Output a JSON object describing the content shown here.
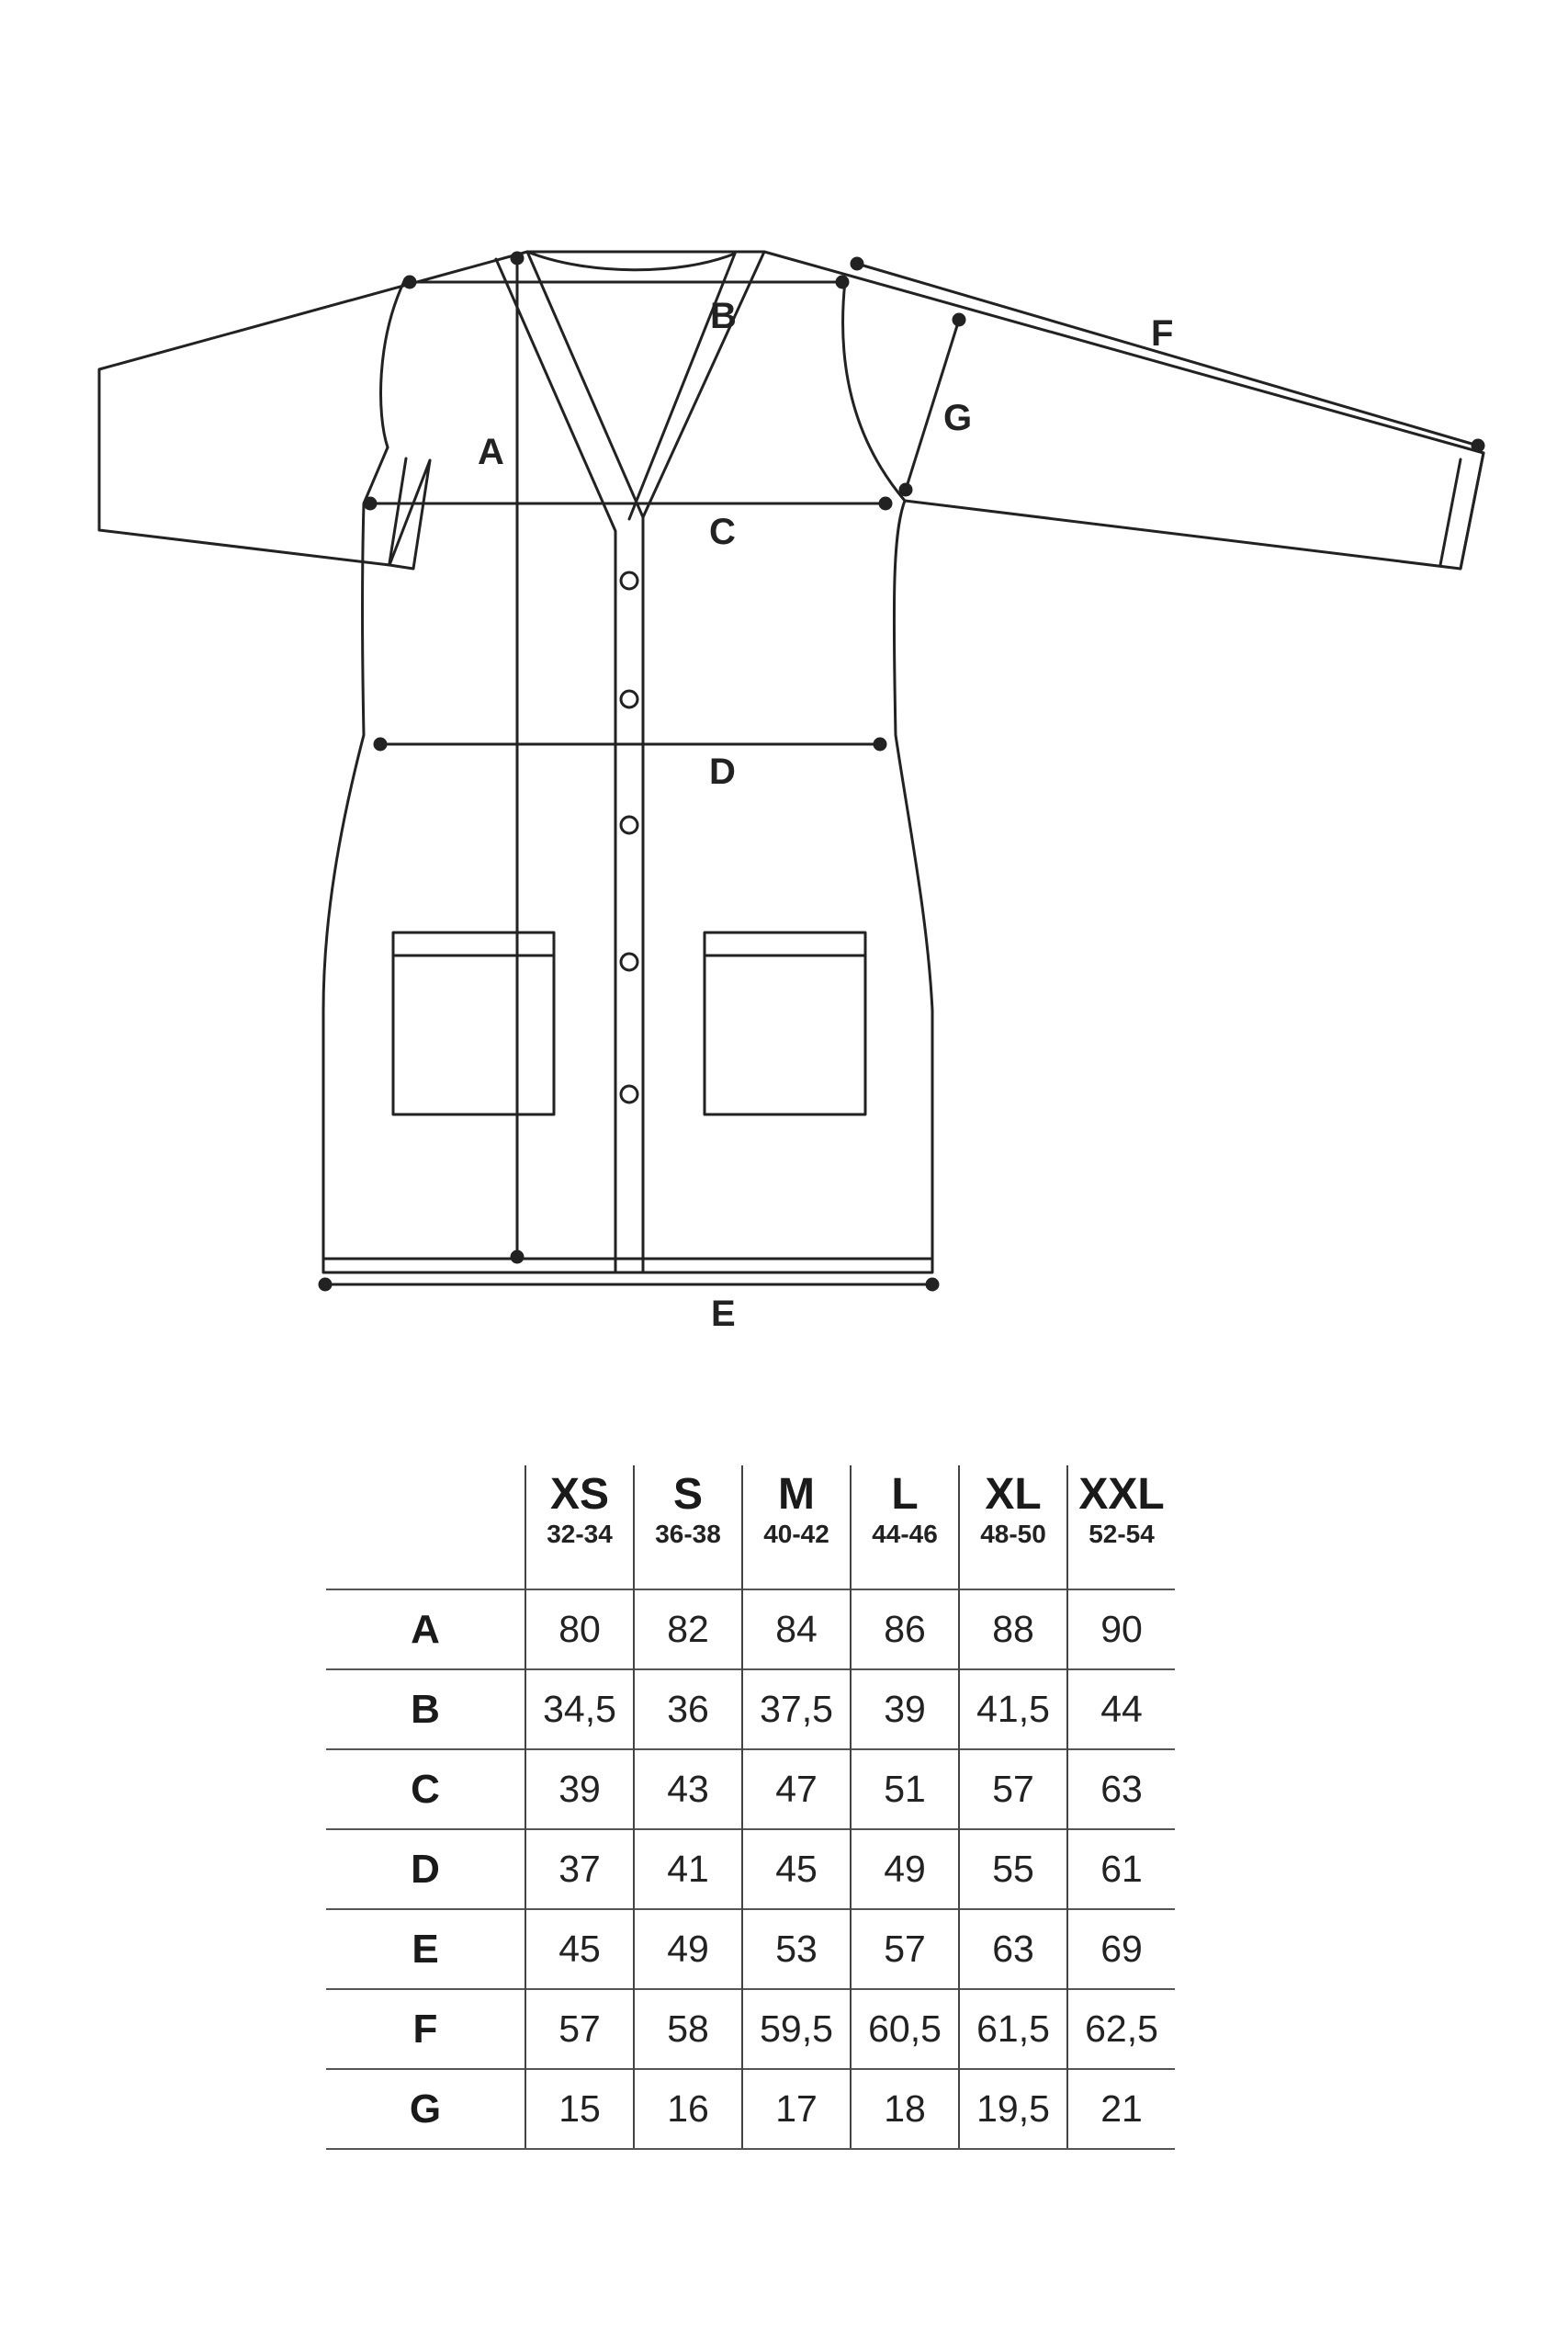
{
  "diagram": {
    "labels": {
      "a": "A",
      "b": "B",
      "c": "C",
      "d": "D",
      "e": "E",
      "f": "F",
      "g": "G"
    }
  },
  "size_table": {
    "columns": [
      {
        "size": "XS",
        "range": "32-34"
      },
      {
        "size": "S",
        "range": "36-38"
      },
      {
        "size": "M",
        "range": "40-42"
      },
      {
        "size": "L",
        "range": "44-46"
      },
      {
        "size": "XL",
        "range": "48-50"
      },
      {
        "size": "XXL",
        "range": "52-54"
      }
    ],
    "rows": [
      {
        "label": "A",
        "values": [
          "80",
          "82",
          "84",
          "86",
          "88",
          "90"
        ]
      },
      {
        "label": "B",
        "values": [
          "34,5",
          "36",
          "37,5",
          "39",
          "41,5",
          "44"
        ]
      },
      {
        "label": "C",
        "values": [
          "39",
          "43",
          "47",
          "51",
          "57",
          "63"
        ]
      },
      {
        "label": "D",
        "values": [
          "37",
          "41",
          "45",
          "49",
          "55",
          "61"
        ]
      },
      {
        "label": "E",
        "values": [
          "45",
          "49",
          "53",
          "57",
          "63",
          "69"
        ]
      },
      {
        "label": "F",
        "values": [
          "57",
          "58",
          "59,5",
          "60,5",
          "61,5",
          "62,5"
        ]
      },
      {
        "label": "G",
        "values": [
          "15",
          "16",
          "17",
          "18",
          "19,5",
          "21"
        ]
      }
    ]
  }
}
